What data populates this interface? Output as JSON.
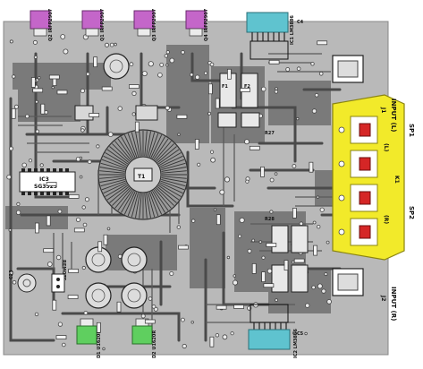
{
  "board": {
    "colors": {
      "substrate": "#b9b9b9",
      "copper": "#6f6f6f",
      "copper_dark": "#3c3c3c",
      "pad": "#ececec",
      "mosfet_purple": "#c466c9",
      "mosfet_green": "#5fcf5f",
      "ic_cyan": "#5fc3cf",
      "speaker_terminal": "#f2ea2a",
      "speaker_red": "#d52626"
    },
    "mosfets_top": [
      {
        "ref": "Q2",
        "part": "IRFP2907"
      },
      {
        "ref": "Q1",
        "part": "IRFP2907"
      },
      {
        "ref": "Q3",
        "part": "IRFP2907"
      },
      {
        "ref": "Q4",
        "part": "IRFP2907"
      }
    ],
    "rectifiers_bottom": [
      {
        "ref": "D1",
        "part": "U1620R"
      },
      {
        "ref": "D2",
        "part": "U1620R"
      }
    ],
    "amp_ics": [
      {
        "ref": "IC1",
        "part": "LM3886"
      },
      {
        "ref": "IC2",
        "part": "LM3886"
      }
    ],
    "labels": {
      "ic3": "IC3",
      "ic3_part": "SG3525",
      "t1": "T1",
      "k1": "K1",
      "l_mark": "(L)",
      "r_mark": "(R)",
      "sp1": "SP1",
      "sp2": "SP2",
      "input_l": "INPUT (L)",
      "input_r": "INPUT (R)",
      "j1": "J1",
      "j2": "J2",
      "remote": "REMOTE",
      "c23": "C23",
      "r27": "R27",
      "r28": "R28",
      "c4": "C4",
      "c5": "C5",
      "fuse1": "F1",
      "fuse2": "F2"
    }
  }
}
